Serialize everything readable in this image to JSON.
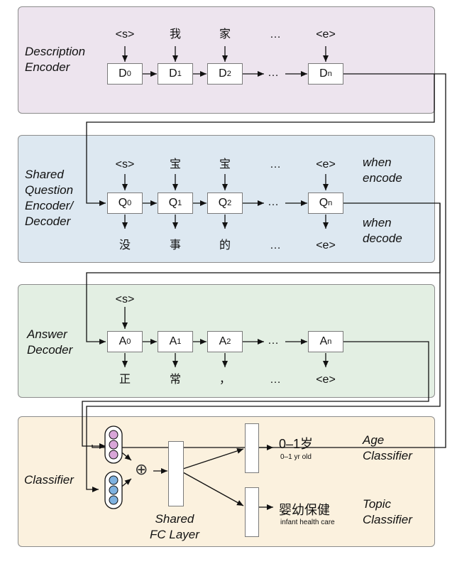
{
  "description_encoder": {
    "label": [
      "Description",
      "Encoder"
    ],
    "inputs": [
      "<s>",
      "我",
      "家",
      "…",
      "<e>"
    ],
    "nodes": [
      {
        "base": "D",
        "sub": "0"
      },
      {
        "base": "D",
        "sub": "1"
      },
      {
        "base": "D",
        "sub": "2"
      },
      {
        "base": "D",
        "sub": "n"
      }
    ],
    "dots": "…"
  },
  "question_coder": {
    "label": [
      "Shared",
      "Question",
      "Encoder/",
      "Decoder"
    ],
    "inputs": [
      "<s>",
      "宝",
      "宝",
      "…",
      "<e>"
    ],
    "outputs": [
      "没",
      "事",
      "的",
      "…",
      "<e>"
    ],
    "nodes": [
      {
        "base": "Q",
        "sub": "0"
      },
      {
        "base": "Q",
        "sub": "1"
      },
      {
        "base": "Q",
        "sub": "2"
      },
      {
        "base": "Q",
        "sub": "n"
      }
    ],
    "encode_note": [
      "when",
      "encode"
    ],
    "decode_note": [
      "when",
      "decode"
    ],
    "dots": "…"
  },
  "answer_decoder": {
    "label": [
      "Answer",
      "Decoder"
    ],
    "inputs": [
      "<s>"
    ],
    "outputs": [
      "正",
      "常",
      "，",
      "…",
      "<e>"
    ],
    "nodes": [
      {
        "base": "A",
        "sub": "0"
      },
      {
        "base": "A",
        "sub": "1"
      },
      {
        "base": "A",
        "sub": "2"
      },
      {
        "base": "A",
        "sub": "n"
      }
    ],
    "dots": "…"
  },
  "classifier": {
    "label": "Classifier",
    "fc_layer": [
      "Shared",
      "FC Layer"
    ],
    "oplus": "⊕",
    "top_vector_color": "#d9a6d9",
    "bottom_vector_color": "#7fb2e0",
    "age": {
      "output": "0–1岁",
      "output_en": "0–1 yr old",
      "name": [
        "Age",
        "Classifier"
      ]
    },
    "topic": {
      "output": "婴幼保健",
      "output_en": "infant health care",
      "name": [
        "Topic",
        "Classifier"
      ]
    }
  }
}
